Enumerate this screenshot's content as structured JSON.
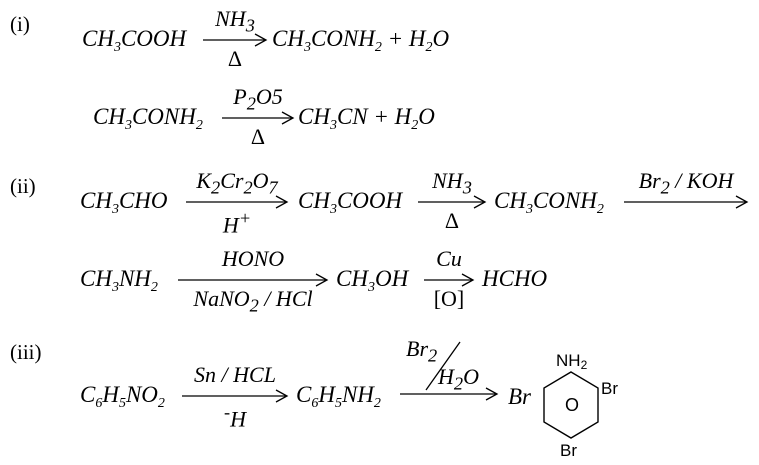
{
  "parts": [
    {
      "label": "(i)"
    },
    {
      "label": "(ii)"
    },
    {
      "label": "(iii)"
    }
  ],
  "eq1": {
    "reactant": [
      "CH",
      "3",
      "COOH"
    ],
    "reagent_above": [
      "NH",
      "3"
    ],
    "reagent_below": "Δ",
    "product": [
      "CH",
      "3",
      "CONH",
      "2",
      " + H",
      "2",
      "O"
    ]
  },
  "eq2": {
    "reactant": [
      "CH",
      "3",
      "CONH",
      "2"
    ],
    "reagent_above": [
      "P",
      "2",
      "O5"
    ],
    "reagent_below": "Δ",
    "product": [
      "CH",
      "3",
      "CN + H",
      "2",
      "O"
    ]
  },
  "eq3": {
    "reactant": [
      "CH",
      "3",
      "CHO"
    ],
    "reagent1_above": [
      "K",
      "2",
      "Cr",
      "2",
      "O",
      "7"
    ],
    "reagent1_below": [
      "H",
      "+"
    ],
    "intermediate1": [
      "CH",
      "3",
      "COOH"
    ],
    "reagent2_above": [
      "NH",
      "3"
    ],
    "reagent2_below": "Δ",
    "intermediate2": [
      "CH",
      "3",
      "CONH",
      "2"
    ],
    "reagent3_above": [
      "Br",
      "2",
      " / KOH"
    ]
  },
  "eq4": {
    "reactant": [
      "CH",
      "3",
      "NH",
      "2"
    ],
    "reagent1_above": "HONO",
    "reagent1_below": [
      "NaNO",
      "2",
      " / HCl"
    ],
    "intermediate": [
      "CH",
      "3",
      "OH"
    ],
    "reagent2_above": "Cu",
    "reagent2_below": "[O]",
    "product": "HCHO"
  },
  "eq5": {
    "reactant": [
      "C",
      "6",
      "H",
      "5",
      "NO",
      "2"
    ],
    "reagent1_above": "Sn / HCL",
    "reagent1_below": [
      "-",
      "H"
    ],
    "intermediate": [
      "C",
      "6",
      "H",
      "5",
      "NH",
      "2"
    ],
    "reagent2_above": [
      "Br",
      "2"
    ],
    "reagent2_below": [
      "H",
      "2",
      "O"
    ],
    "product_ring": {
      "top": [
        "NH",
        "2"
      ],
      "left": "Br",
      "right": "Br",
      "bottom": "Br",
      "center": "O"
    }
  }
}
